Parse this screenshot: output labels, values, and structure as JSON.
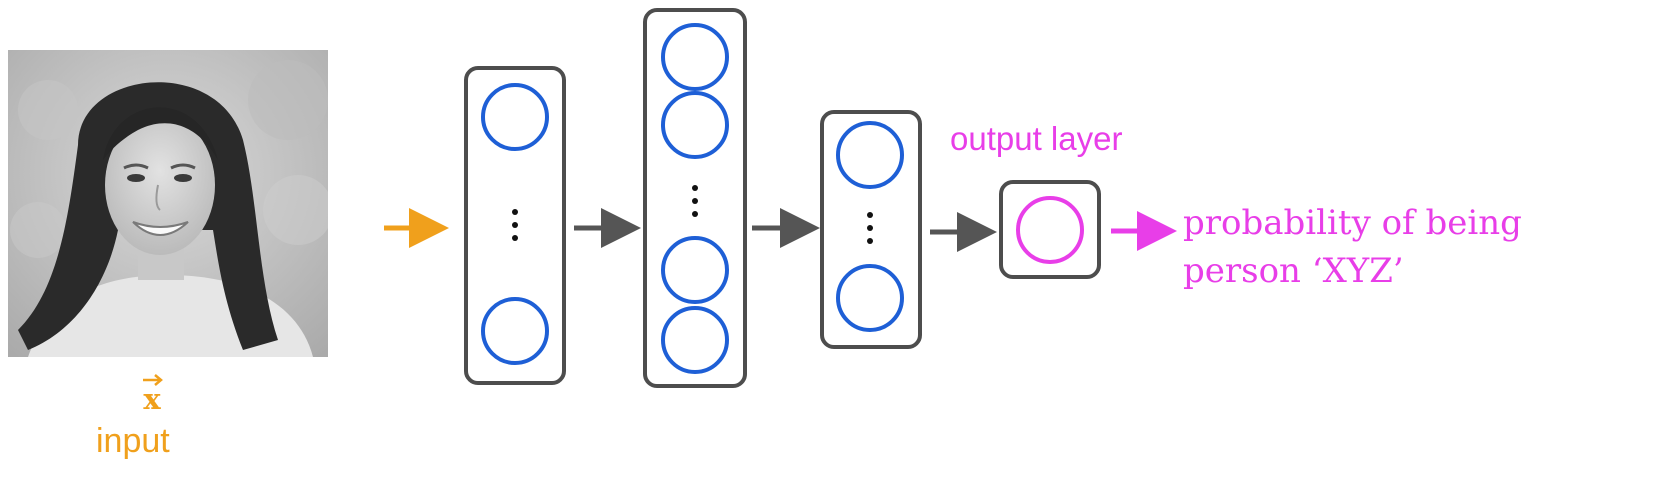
{
  "input": {
    "vector_symbol": "x",
    "label": "input"
  },
  "output": {
    "layer_label": "output layer",
    "result_line1": "probability of being",
    "result_line2": "person ‘XYZ’"
  },
  "colors": {
    "input_accent": "#f0a01c",
    "output_accent": "#e83ee8",
    "neuron": "#1e5fd6",
    "layer_box": "#4d4d4d",
    "arrow": "#555555"
  },
  "layers": [
    {
      "visible_neurons": 2,
      "ellipsis": true
    },
    {
      "visible_neurons": 4,
      "ellipsis": true
    },
    {
      "visible_neurons": 2,
      "ellipsis": true
    },
    {
      "visible_neurons": 1,
      "ellipsis": false,
      "is_output": true
    }
  ]
}
